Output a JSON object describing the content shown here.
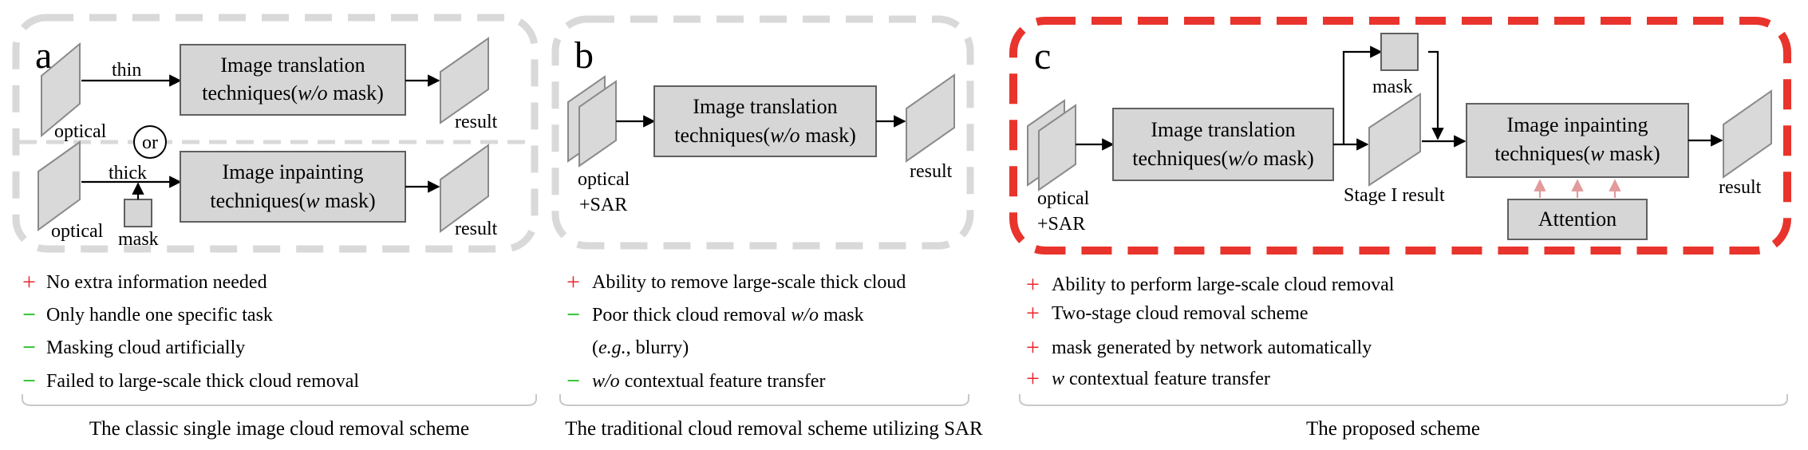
{
  "colors": {
    "plus": "#e8262b",
    "minus": "#3fc63f",
    "panel_border": "#d9d9d9",
    "highlight_border": "#e8342c",
    "box_fill": "#d6d6d6",
    "attention_arrows": "#e29a9a"
  },
  "panel_a": {
    "letter": "a",
    "thin_label": "thin",
    "thick_label": "thick",
    "or_label": "or",
    "optical_label": "optical",
    "mask_label": "mask",
    "result_label": "result",
    "translation_line1": "Image translation",
    "translation_line2_pre": "techniques(",
    "translation_line2_em": "w/o",
    "translation_line2_post": " mask)",
    "inpainting_line1": "Image inpainting",
    "inpainting_line2_pre": "techniques(",
    "inpainting_line2_em": "w",
    "inpainting_line2_post": " mask)",
    "pros_cons": [
      {
        "sign": "+",
        "text": "No extra information needed"
      },
      {
        "sign": "−",
        "text": "Only handle one specific task"
      },
      {
        "sign": "−",
        "text": "Masking cloud artificially"
      },
      {
        "sign": "−",
        "text": "Failed to large-scale thick cloud removal"
      }
    ],
    "caption": "The classic single image cloud removal scheme"
  },
  "panel_b": {
    "letter": "b",
    "input_line1": "optical",
    "input_line2": "+SAR",
    "result_label": "result",
    "translation_line1": "Image translation",
    "translation_line2_pre": "techniques(",
    "translation_line2_em": "w/o",
    "translation_line2_post": " mask)",
    "pros_cons": [
      {
        "sign": "+",
        "text": "Ability to remove large-scale thick cloud"
      },
      {
        "sign": "−",
        "text_pre": "Poor thick cloud removal ",
        "text_em": "w/o",
        "text_post": " mask"
      },
      {
        "sign": "",
        "text_pre": "(",
        "text_em": "e.g.",
        "text_post": ", blurry)"
      },
      {
        "sign": "−",
        "text_pre": "",
        "text_em": "w/o",
        "text_post": " contextual feature transfer"
      }
    ],
    "caption": "The traditional cloud removal scheme utilizing SAR"
  },
  "panel_c": {
    "letter": "c",
    "input_line1": "optical",
    "input_line2": "+SAR",
    "mask_label": "mask",
    "stage_label": "Stage I result",
    "result_label": "result",
    "attention_label": "Attention",
    "translation_line1": "Image translation",
    "translation_line2_pre": "techniques(",
    "translation_line2_em": "w/o",
    "translation_line2_post": " mask)",
    "inpainting_line1": "Image inpainting",
    "inpainting_line2_pre": "techniques(",
    "inpainting_line2_em": "w",
    "inpainting_line2_post": " mask)",
    "pros_cons": [
      {
        "sign": "+",
        "text": "Ability to perform large-scale cloud removal"
      },
      {
        "sign": "+",
        "text": "Two-stage cloud removal scheme"
      },
      {
        "sign": "+",
        "text": "mask generated by network automatically"
      },
      {
        "sign": "+",
        "text_pre": "",
        "text_em": "w",
        "text_post": " contextual feature transfer"
      }
    ],
    "caption": "The proposed scheme"
  }
}
